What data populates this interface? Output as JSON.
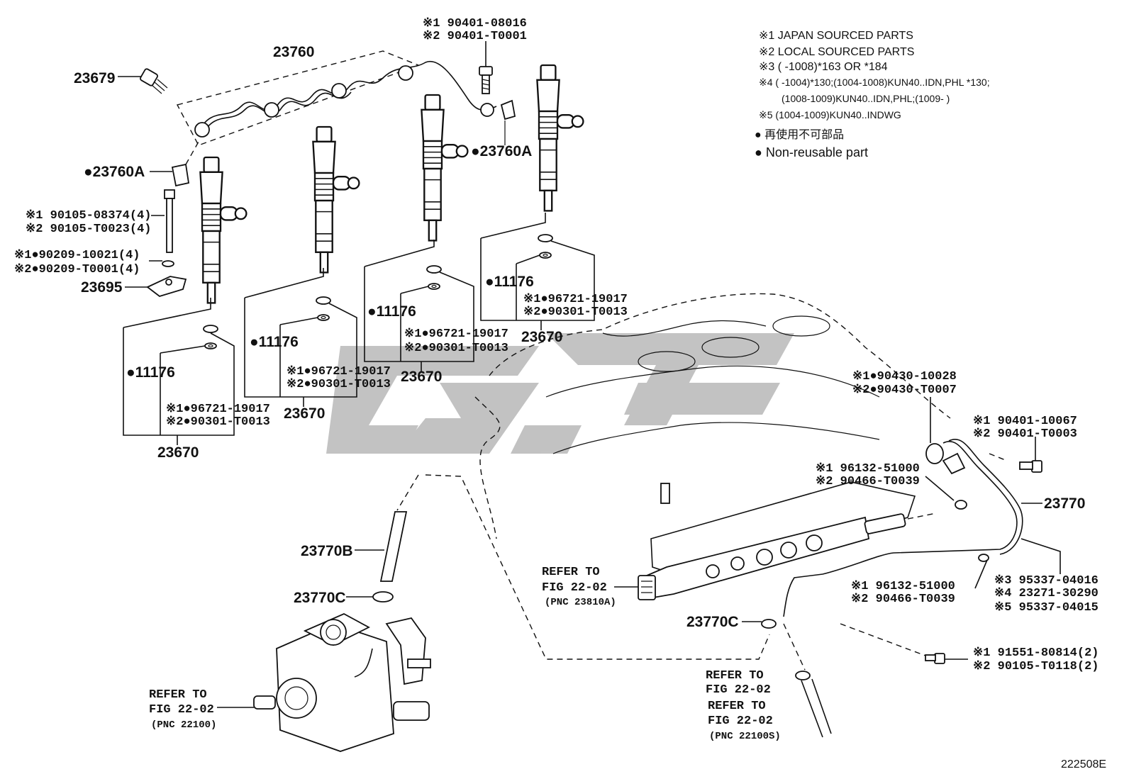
{
  "legend": {
    "l1": "※1 JAPAN SOURCED PARTS",
    "l2": "※2 LOCAL SOURCED PARTS",
    "l3": "※3 (       -1008)*163 OR *184",
    "l4": "※4 (       -1004)*130;(1004-1008)KUN40..IDN,PHL *130;",
    "l4b": "(1008-1009)KUN40..IDN,PHL;(1009-       )",
    "l5": "※5 (1004-1009)KUN40..INDWG",
    "nr_jp": "● 再使用不可部品",
    "nr_en": "● Non-reusable part"
  },
  "parts": {
    "p23760": "23760",
    "p23679": "23679",
    "p23760A_left": "●23760A",
    "p23760A_right": "●23760A",
    "bolt_top1": "※1 90401-08016",
    "bolt_top2": "※2 90401-T0001",
    "p90105a": "※1 90105-08374(4)",
    "p90105b": "※2 90105-T0023(4)",
    "p90209a": "※1●90209-10021(4)",
    "p90209b": "※2●90209-T0001(4)",
    "p23695": "23695",
    "i1_11176": "●11176",
    "i1_a": "※1●96721-19017",
    "i1_b": "※2●90301-T0013",
    "i1_23670": "23670",
    "i2_11176": "●11176",
    "i2_a": "※1●96721-19017",
    "i2_b": "※2●90301-T0013",
    "i2_23670": "23670",
    "i3_11176": "●11176",
    "i3_a": "※1●96721-19017",
    "i3_b": "※2●90301-T0013",
    "i3_23670": "23670",
    "i4_11176": "●11176",
    "i4_a": "※1●96721-19017",
    "i4_b": "※2●90301-T0013",
    "i4_23670": "23670",
    "g90430a": "※1●90430-10028",
    "g90430b": "※2●90430-T0007",
    "b90401a": "※1 90401-10067",
    "b90401b": "※2 90401-T0003",
    "c96132a": "※1 96132-51000",
    "c90466a": "※2 90466-T0039",
    "p23770": "23770",
    "c96132b": "※1 96132-51000",
    "c90466b": "※2 90466-T0039",
    "p95337a": "※3 95337-04016",
    "p23271": "※4 23271-30290",
    "p95337b": "※5 95337-04015",
    "b91551": "※1 91551-80814(2)",
    "b90105": "※2 90105-T0118(2)",
    "p23770B": "23770B",
    "p23770C_left": "23770C",
    "p23770C_right": "23770C",
    "ref_rail_1": "REFER TO",
    "ref_rail_2": "FIG 22-02",
    "ref_rail_3": "(PNC 23810A)",
    "ref_pump_1": "REFER TO",
    "ref_pump_2": "FIG 22-02",
    "ref_pump_3": "(PNC 22100)",
    "ref_hose_1": "REFER TO",
    "ref_hose_2": "FIG 22-02",
    "ref_hose_3": "REFER TO",
    "ref_hose_4": "FIG 22-02",
    "ref_hose_5": "(PNC 22100S)"
  },
  "figure_id": "222508E",
  "colors": {
    "line": "#111111",
    "watermark": "#b9b9b9"
  }
}
